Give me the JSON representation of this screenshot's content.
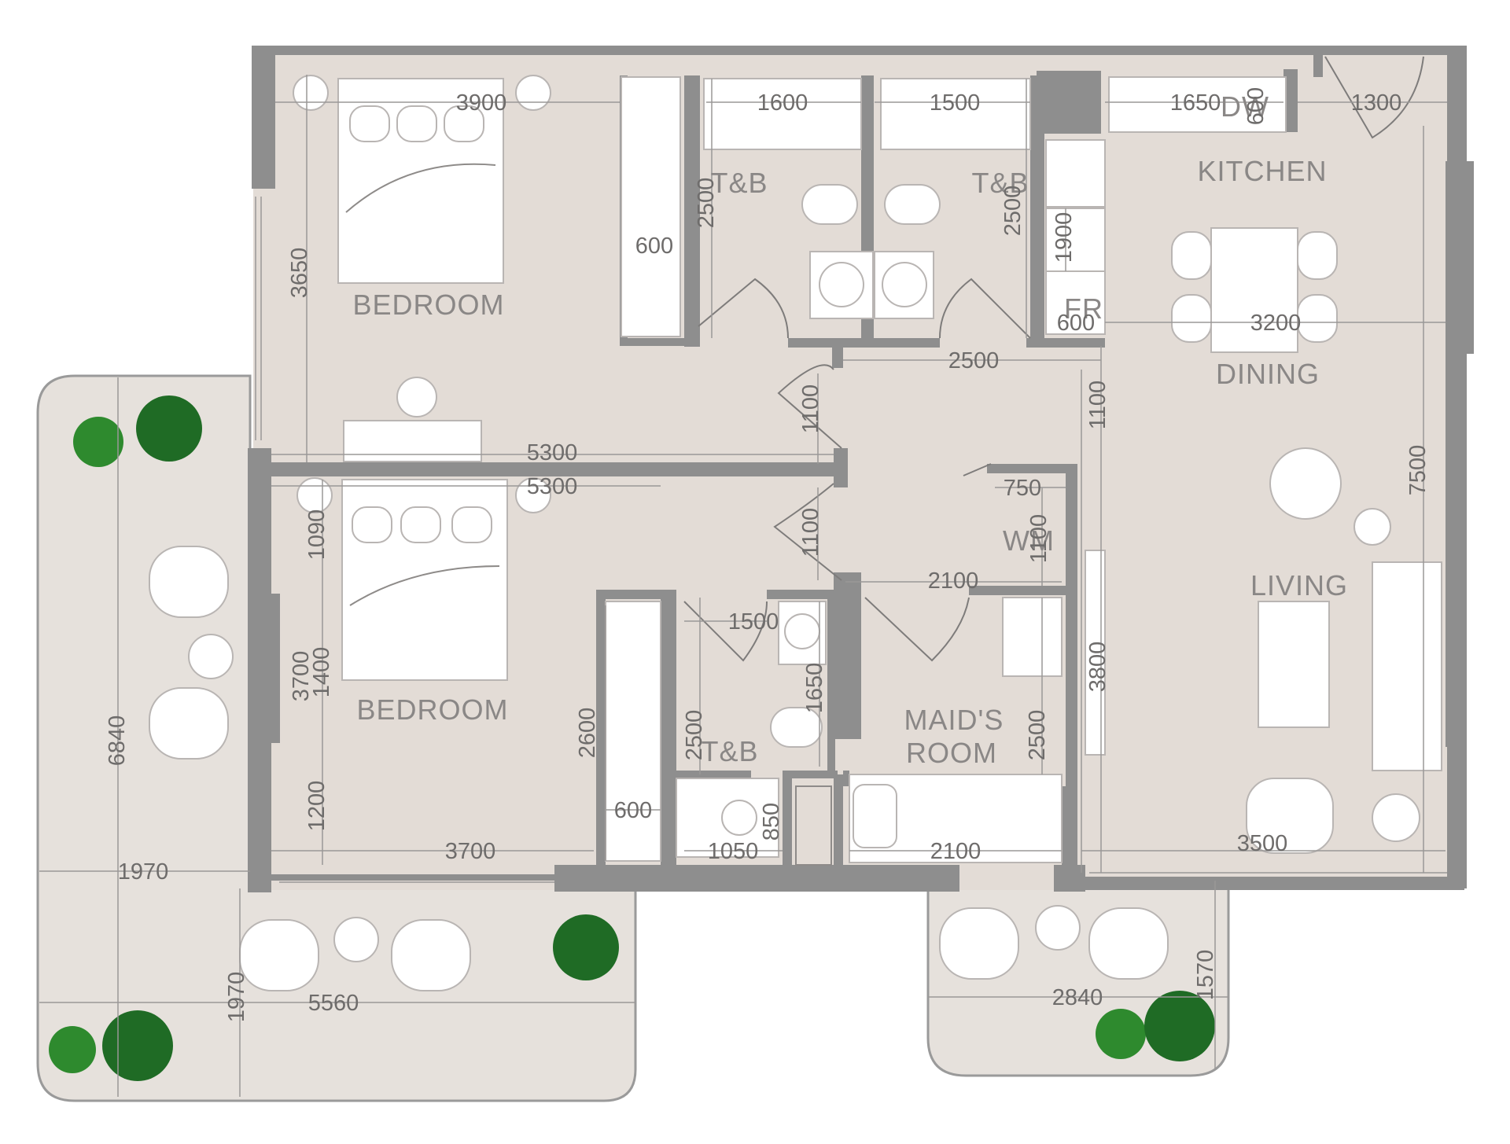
{
  "rooms": {
    "bedroom_1": "BEDROOM",
    "bedroom_2": "BEDROOM",
    "tb_1": "T&B",
    "tb_2": "T&B",
    "tb_3": "T&B",
    "kitchen": "KITCHEN",
    "dining": "DINING",
    "living": "LIVING",
    "maids_room_line1": "MAID'S",
    "maids_room_line2": "ROOM",
    "wm": "WM",
    "dw": "DW",
    "fr": "FR"
  },
  "dimensions": {
    "bed1_width": "3900",
    "bed1_height": "3650",
    "tb1_width": "1600",
    "tb1_height": "2500",
    "tb2_width": "1500",
    "tb2_height": "2500",
    "kitchen_width": "1650",
    "kitchen_600": "600",
    "entry_1300": "1300",
    "wardrobe1_600": "600",
    "fridge_1900": "1900",
    "fridge_600": "600",
    "dining_3200": "3200",
    "corridor_2500": "2500",
    "corridor_1100_a": "1100",
    "corridor_1100_b": "1100",
    "corridor_1100_c": "1100",
    "bed1_5300": "5300",
    "bed2_5300": "5300",
    "wm_750": "750",
    "wm_1100": "1100",
    "wm_2100": "2100",
    "living_7500": "7500",
    "bed2_1090": "1090",
    "bed2_3700_v": "3700",
    "bed2_1400": "1400",
    "bed2_1200": "1200",
    "bed2_3700_h": "3700",
    "wardrobe2_2600": "2600",
    "wardrobe2_600": "600",
    "tb3_1500": "1500",
    "tb3_2500": "2500",
    "tb3_1650": "1650",
    "tb3_1050": "1050",
    "tb3_850": "850",
    "maid_2100": "2100",
    "maid_2500": "2500",
    "living_3800": "3800",
    "living_3500": "3500",
    "balc_6840": "6840",
    "balc_1970_h": "1970",
    "balc_1970_v": "1970",
    "balc_5560": "5560",
    "balc2_2840": "2840",
    "balc2_1570": "1570"
  },
  "colors": {
    "wall": "#8e8e8e",
    "floor": "#e3dcd6",
    "balcony": "#e6e1dc",
    "plant": "#2e8a2e"
  }
}
